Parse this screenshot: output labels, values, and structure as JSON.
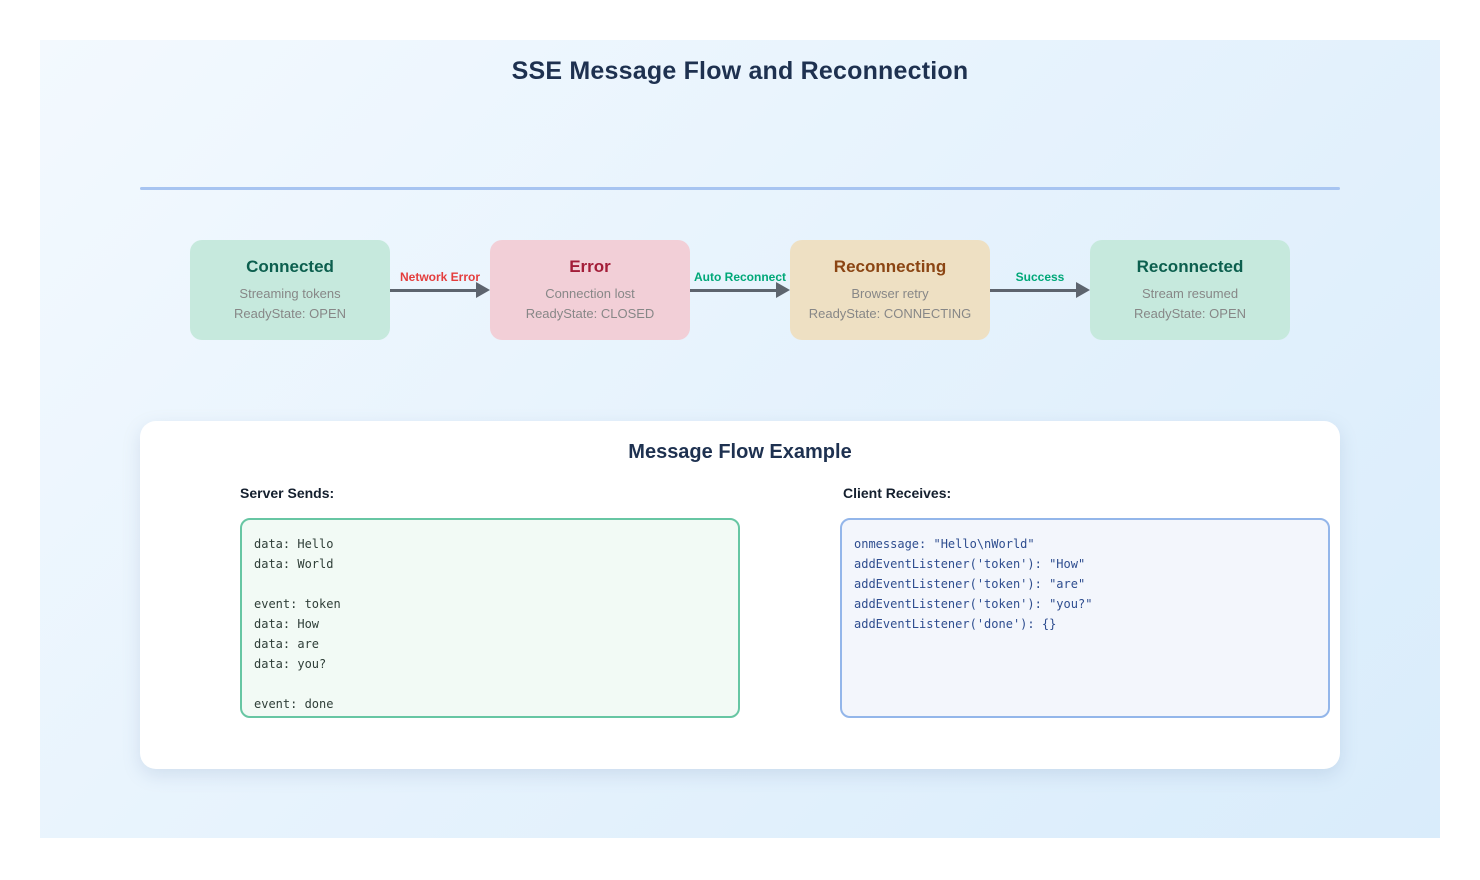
{
  "page": {
    "title": "SSE Message Flow and Reconnection"
  },
  "theme": {
    "divider_color": "#a7c4f1",
    "arrow_color": "#5d646e",
    "background_top": "#f3f9fe",
    "background_bottom": "#d9ecfb"
  },
  "state_flow": {
    "states": [
      {
        "title": "Connected",
        "line1": "Streaming tokens",
        "line2": "ReadyState: OPEN",
        "bg": "#c6e9dd",
        "title_color": "#0c5f4e"
      },
      {
        "title": "Error",
        "line1": "Connection lost",
        "line2": "ReadyState: CLOSED",
        "bg": "#f2cfd7",
        "title_color": "#a31d38"
      },
      {
        "title": "Reconnecting",
        "line1": "Browser retry",
        "line2": "ReadyState: CONNECTING",
        "bg": "#eee0c3",
        "title_color": "#8b4513"
      },
      {
        "title": "Reconnected",
        "line1": "Stream resumed",
        "line2": "ReadyState: OPEN",
        "bg": "#c6e9dd",
        "title_color": "#0c5f4e"
      }
    ],
    "transitions": [
      {
        "label": "Network Error",
        "color": "#e43d3d"
      },
      {
        "label": "Auto Reconnect",
        "color": "#00a878"
      },
      {
        "label": "Success",
        "color": "#00a878"
      }
    ]
  },
  "example_card": {
    "title": "Message Flow Example",
    "server": {
      "label": "Server Sends:",
      "lines": [
        "data: Hello",
        "data: World",
        "",
        "event: token",
        "data: How",
        "data: are",
        "data: you?",
        "",
        "event: done"
      ]
    },
    "client": {
      "label": "Client Receives:",
      "lines": [
        "onmessage: \"Hello\\nWorld\"",
        "addEventListener('token'): \"How\"",
        "addEventListener('token'): \"are\"",
        "addEventListener('token'): \"you?\"",
        "addEventListener('done'): {}"
      ]
    }
  }
}
